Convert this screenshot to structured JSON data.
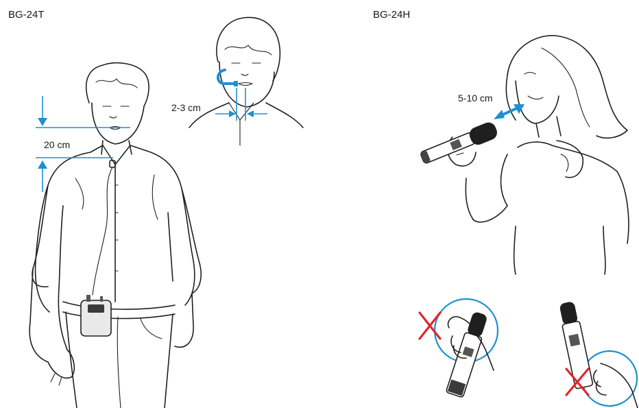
{
  "labels": {
    "lavalier_model": "BG-24T",
    "handheld_model": "BG-24H"
  },
  "measurements": {
    "lavalier_distance": "20 cm",
    "headset_distance": "2-3 cm",
    "handheld_distance": "5-10 cm"
  },
  "colors": {
    "accent_blue": "#1e90d0",
    "wrong_red": "#e0262b",
    "ink": "#1f1f1f"
  },
  "icons": {
    "incorrect_mark": "red-x-icon"
  }
}
